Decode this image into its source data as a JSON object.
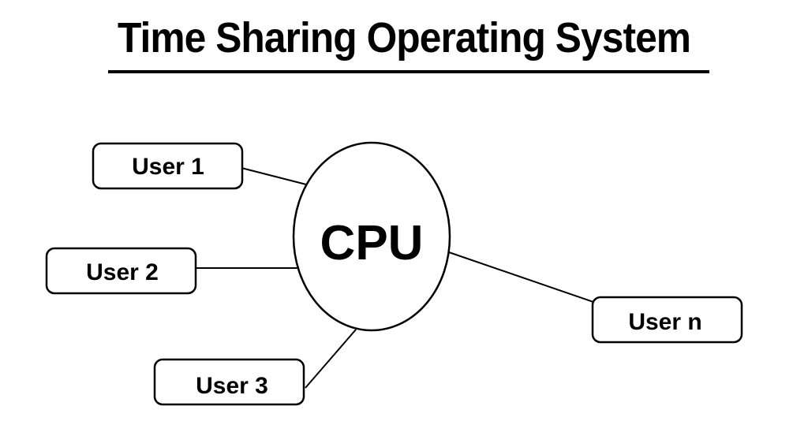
{
  "title": "Time Sharing Operating System",
  "diagram": {
    "cpu": {
      "label": "CPU"
    },
    "users": [
      {
        "label": "User 1"
      },
      {
        "label": "User 2"
      },
      {
        "label": "User 3"
      },
      {
        "label": "User n"
      }
    ]
  }
}
